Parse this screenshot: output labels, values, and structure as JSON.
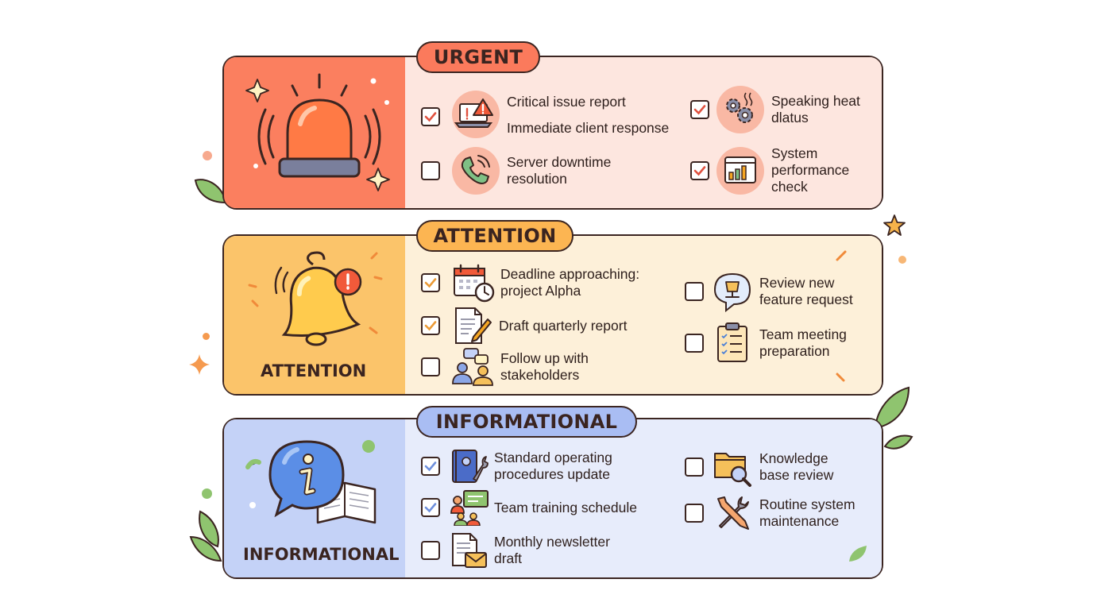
{
  "colors": {
    "urgent_left": "#fb7f5f",
    "urgent_right": "#fde6df",
    "urgent_pill": "#fb7a5c",
    "attention_left": "#fbc46a",
    "attention_right": "#fdf0d9",
    "attention_pill": "#fcb552",
    "info_left": "#c4d2f7",
    "info_right": "#e7ecfb",
    "info_pill": "#a9bdf3",
    "check_red": "#e0513f",
    "check_orange": "#eb9a36",
    "check_blue": "#6e8fdc",
    "outline": "#3b2521"
  },
  "urgent": {
    "title": "URGENT",
    "icon": "alarm-siren-icon",
    "items": [
      {
        "lines": [
          "Critical issue report",
          "Immediate client response"
        ],
        "checked": true,
        "icon": "laptop-alert-icon"
      },
      {
        "lines": [
          "Server downtime",
          "resolution"
        ],
        "checked": false,
        "icon": "phone-icon"
      },
      {
        "lines": [
          "Speaking heat",
          "dlatus"
        ],
        "checked": true,
        "icon": "gears-icon"
      },
      {
        "lines": [
          "System",
          "performance",
          "check"
        ],
        "checked": true,
        "icon": "dashboard-chart-icon"
      }
    ]
  },
  "attention": {
    "title": "ATTENTION",
    "label": "ATTENTION",
    "icon": "bell-alert-icon",
    "items": [
      {
        "lines": [
          "Deadline approaching:",
          "project Alpha"
        ],
        "checked": true,
        "icon": "calendar-clock-icon"
      },
      {
        "lines": [
          "Draft quarterly report"
        ],
        "checked": true,
        "icon": "document-pencil-icon"
      },
      {
        "lines": [
          "Follow up with",
          "stakeholders"
        ],
        "checked": false,
        "icon": "people-chat-icon"
      },
      {
        "lines": [
          "Review new",
          "feature request"
        ],
        "checked": false,
        "icon": "lamp-bubble-icon"
      },
      {
        "lines": [
          "Team meeting",
          "preparation"
        ],
        "checked": false,
        "icon": "clipboard-checklist-icon"
      }
    ]
  },
  "informational": {
    "title": "INFORMATIONAL",
    "label": "INFORMATIONAL",
    "icon": "info-bubble-book-icon",
    "items": [
      {
        "lines": [
          "Standard operating",
          "procedures update"
        ],
        "checked": true,
        "icon": "manual-wrench-icon"
      },
      {
        "lines": [
          "Team training schedule"
        ],
        "checked": true,
        "icon": "training-board-icon"
      },
      {
        "lines": [
          "Monthly newsletter",
          "draft"
        ],
        "checked": false,
        "icon": "newsletter-envelope-icon"
      },
      {
        "lines": [
          "Knowledge",
          "base review"
        ],
        "checked": false,
        "icon": "folder-magnifier-icon"
      },
      {
        "lines": [
          "Routine system",
          "maintenance"
        ],
        "checked": false,
        "icon": "tools-icon"
      }
    ]
  }
}
